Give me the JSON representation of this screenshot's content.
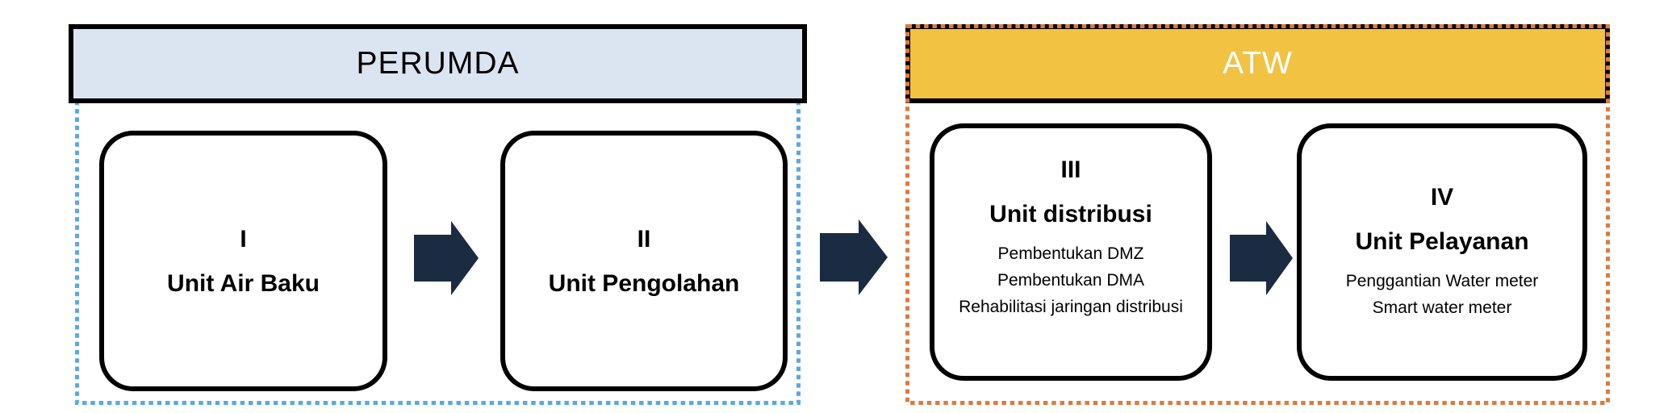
{
  "colors": {
    "perumda_header_fill": "#dbe5f1",
    "perumda_outline": "#58a9e5",
    "atw_header_fill": "#f2c243",
    "atw_outline": "#dd7b3e",
    "arrow": "#1a2b42",
    "card_border": "#000000",
    "atw_header_text": "#ffffff",
    "perumda_header_text": "#000000"
  },
  "sections": [
    {
      "id": "perumda",
      "header": {
        "label": "PERUMDA"
      },
      "cards": [
        {
          "number": "I",
          "title": "Unit Air Baku"
        },
        {
          "number": "II",
          "title": "Unit Pengolahan"
        }
      ]
    },
    {
      "id": "atw",
      "header": {
        "label": "ATW"
      },
      "cards": [
        {
          "number": "III",
          "title": "Unit distribusi",
          "items": [
            "Pembentukan DMZ",
            "Pembentukan DMA",
            "Rehabilitasi jaringan distribusi"
          ]
        },
        {
          "number": "IV",
          "title": "Unit Pelayanan",
          "items": [
            "Penggantian Water meter",
            "Smart water meter"
          ]
        }
      ]
    }
  ]
}
